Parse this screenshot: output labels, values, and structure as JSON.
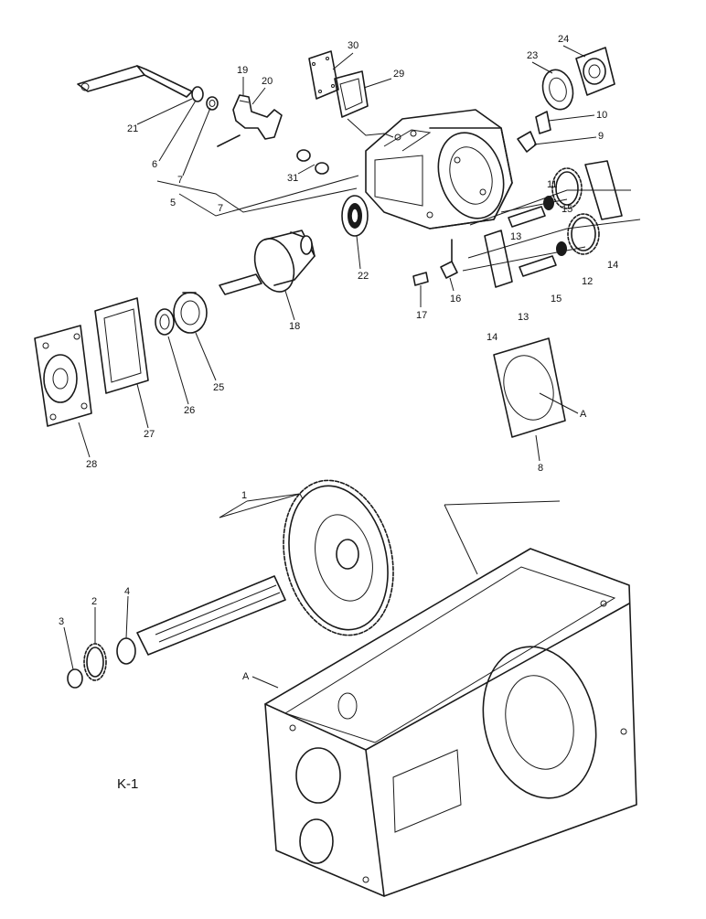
{
  "figure_label": "K-1",
  "callouts": [
    "1",
    "2",
    "3",
    "4",
    "5",
    "6",
    "7",
    "7",
    "8",
    "9",
    "10",
    "11",
    "12",
    "13",
    "13",
    "14",
    "14",
    "15",
    "15",
    "16",
    "17",
    "18",
    "19",
    "20",
    "21",
    "22",
    "23",
    "24",
    "25",
    "26",
    "27",
    "28",
    "29",
    "30",
    "31",
    "A",
    "A"
  ]
}
